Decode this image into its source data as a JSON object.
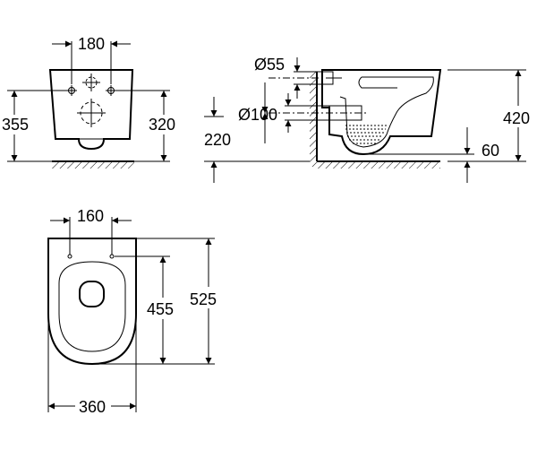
{
  "dimensions": {
    "front_width_fix": "180",
    "front_height_fix": "355",
    "front_height_drain": "320",
    "side_dia_small": "Ø55",
    "side_dia_large": "Ø100",
    "side_height_pipe": "220",
    "side_height_total": "420",
    "side_height_trap": "60",
    "top_width_fix": "160",
    "top_depth_fix": "455",
    "top_depth_total": "525",
    "top_width_total": "360"
  }
}
